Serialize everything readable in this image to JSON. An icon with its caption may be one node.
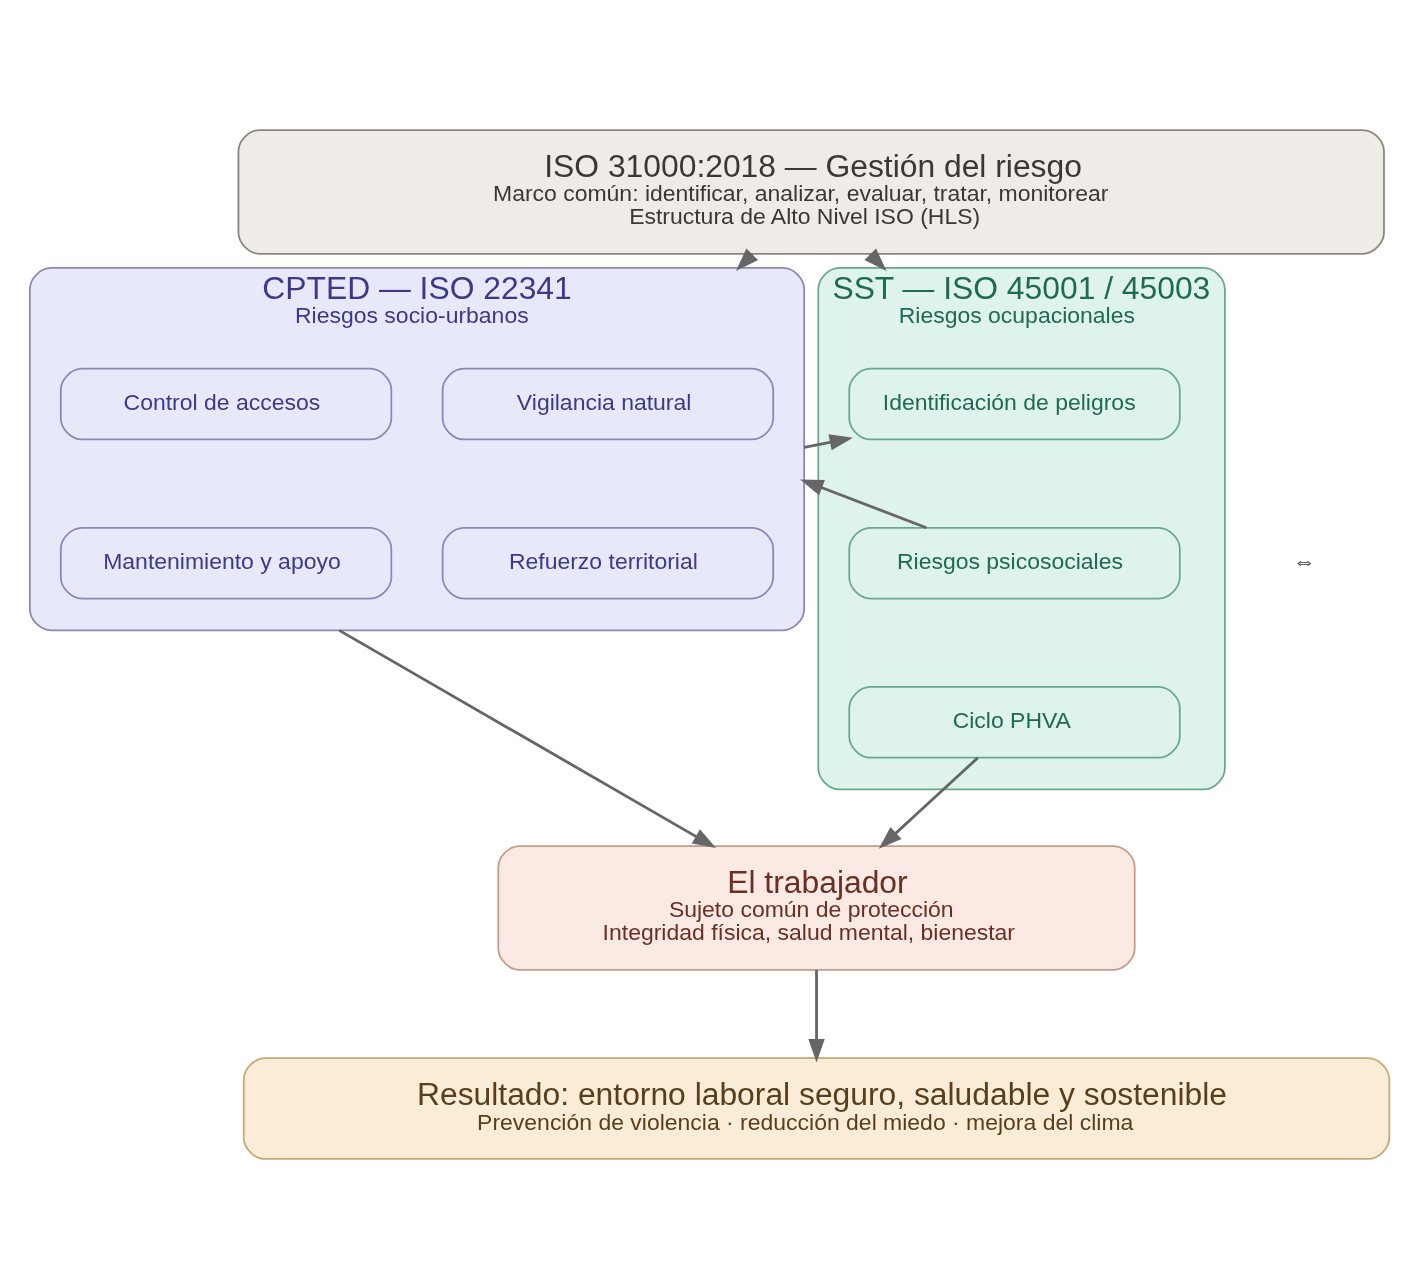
{
  "diagram": {
    "nodes": [
      {
        "text": [
          "ISO 31000:2018 — Gestión del riesgo",
          "Marco común: identificar, analizar, evaluar, tratar, monitorear",
          "Estructura de Alto Nivel ISO (HLS)"
        ]
      },
      {
        "text": [
          "CPTED — ISO 22341",
          "Riesgos socio-urbanos"
        ]
      },
      {
        "text": [
          "Vigilancia natural"
        ],
        "in": 1
      },
      {
        "text": [
          "Control de accesos"
        ],
        "in": 1
      },
      {
        "text": [
          "Refuerzo territorial"
        ],
        "in": 1
      },
      {
        "text": [
          "Mantenimiento y apoyo"
        ],
        "in": 1
      },
      {
        "text": [
          "SST — ISO 45001 / 45003",
          "Riesgos ocupacionales"
        ]
      },
      {
        "text": [
          "Identificación de peligros"
        ],
        "in": 6
      },
      {
        "text": [
          "Riesgos psicosociales"
        ],
        "in": 6
      },
      {
        "text": [
          "Ciclo PHVA"
        ],
        "in": 6
      },
      {
        "text": [
          "El trabajador",
          "Sujeto común de protección",
          "Integridad física, salud mental, bienestar"
        ]
      },
      {
        "text": [
          "Resultado: entorno laboral seguro, saludable y sostenible",
          "Prevención de violencia · reducción del miedo · mejora del clima"
        ]
      }
    ],
    "edges": [
      {
        "from": 0,
        "to": 1,
        "arrow": "to"
      },
      {
        "from": 0,
        "to": 6,
        "arrow": "to"
      },
      {
        "from": 1,
        "to": 7,
        "arrow": "to"
      },
      {
        "from": 8,
        "to": 1,
        "arrow": "to"
      },
      {
        "from": 1,
        "to": 10,
        "arrow": "to"
      },
      {
        "from": 9,
        "to": 10,
        "arrow": "to"
      },
      {
        "from": 10,
        "to": 11,
        "arrow": "to"
      }
    ],
    "labels": [
      "⇔"
    ]
  }
}
